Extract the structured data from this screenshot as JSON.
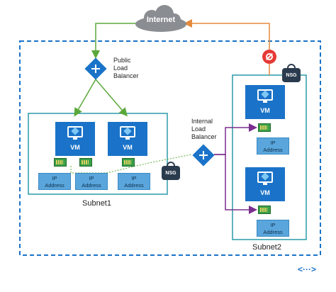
{
  "internet": {
    "label": "Internet"
  },
  "public_lb": {
    "label_lines": [
      "Public",
      "Load",
      "Balancer"
    ]
  },
  "internal_lb": {
    "label_lines": [
      "Internal",
      "Load",
      "Balancer"
    ]
  },
  "subnet1": {
    "label": "Subnet1",
    "vms": [
      {
        "label": "VM",
        "ip_lines": [
          "IP",
          "Address"
        ],
        "ip2_lines": [
          "IP",
          "Address"
        ]
      },
      {
        "label": "VM",
        "ip_lines": [
          "IP",
          "Address"
        ]
      }
    ]
  },
  "subnet2": {
    "label": "Subnet2",
    "vms": [
      {
        "label": "VM",
        "ip_lines": [
          "IP",
          "Address"
        ]
      },
      {
        "label": "VM",
        "ip_lines": [
          "IP",
          "Address"
        ]
      }
    ]
  },
  "nsg_label": "NSG",
  "vnet_icon_text": "<···>",
  "colors": {
    "vnet_border": "#1a73c8",
    "subnet_border": "#2a9aa8",
    "green_arrow": "#5aa83a",
    "orange_arrow": "#e58a3c",
    "purple_arrow": "#7a2f8e",
    "vm_blue": "#1a73c8"
  }
}
